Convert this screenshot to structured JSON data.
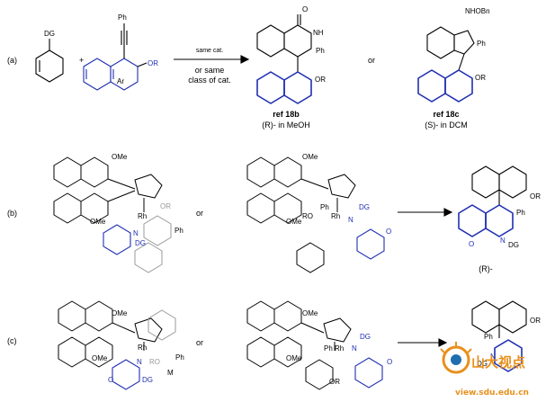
{
  "panel_a": {
    "label": "(a)",
    "dg_label": "DG",
    "plus": "+",
    "alkyne_ph": "Ph",
    "ar_label": "Ar",
    "or_sub": "OR",
    "arrow_top": "same cat.",
    "arrow_bottom_1": "or same",
    "arrow_bottom_2": "class of cat.",
    "product1": {
      "o": "O",
      "nh": "NH",
      "ph": "Ph",
      "or": "OR",
      "ref": "ref 18b",
      "cond": "(R)- in MeOH"
    },
    "or_word": "or",
    "product2": {
      "nhobn": "NHOBn",
      "ph": "Ph",
      "or": "OR",
      "ref": "ref 18c",
      "cond": "(S)- in DCM"
    }
  },
  "panel_b": {
    "label": "(b)",
    "cat1": {
      "ome_top": "OMe",
      "ome_bottom": "OMe",
      "rh": "Rh",
      "n": "N",
      "dg": "DG",
      "or": "OR",
      "ph": "Ph"
    },
    "or_word": "or",
    "cat2": {
      "ome_top": "OMe",
      "ome_bottom": "OMe",
      "rh": "Rh",
      "ph": "Ph",
      "ro": "RO",
      "n": "N",
      "dg": "DG",
      "o": "O"
    },
    "product": {
      "or": "OR",
      "ph": "Ph",
      "n": "N",
      "dg": "DG",
      "o": "O",
      "config": "(R)-"
    }
  },
  "panel_c": {
    "label": "(c)",
    "cat1": {
      "ome_top": "OMe",
      "ome_bottom": "OMe",
      "rh": "Rh",
      "n": "N",
      "ro": "RO",
      "ph": "Ph",
      "dg": "DG",
      "m": "M",
      "o": "O"
    },
    "or_word": "or",
    "cat2": {
      "ome_top": "OMe",
      "ome_bottom": "OMe",
      "rh": "Rh",
      "ph": "Ph",
      "n": "N",
      "dg": "DG",
      "or": "OR",
      "o": "O"
    },
    "product": {
      "or": "OR",
      "ph": "Ph",
      "n": "N",
      "dg": "DG"
    }
  },
  "watermark": {
    "cn": "山大视点",
    "url": "view.sdu.edu.cn"
  },
  "colors": {
    "blue": "#1f2fb0",
    "gray": "#9a9a9a",
    "wm_orange": "#e8901c"
  }
}
